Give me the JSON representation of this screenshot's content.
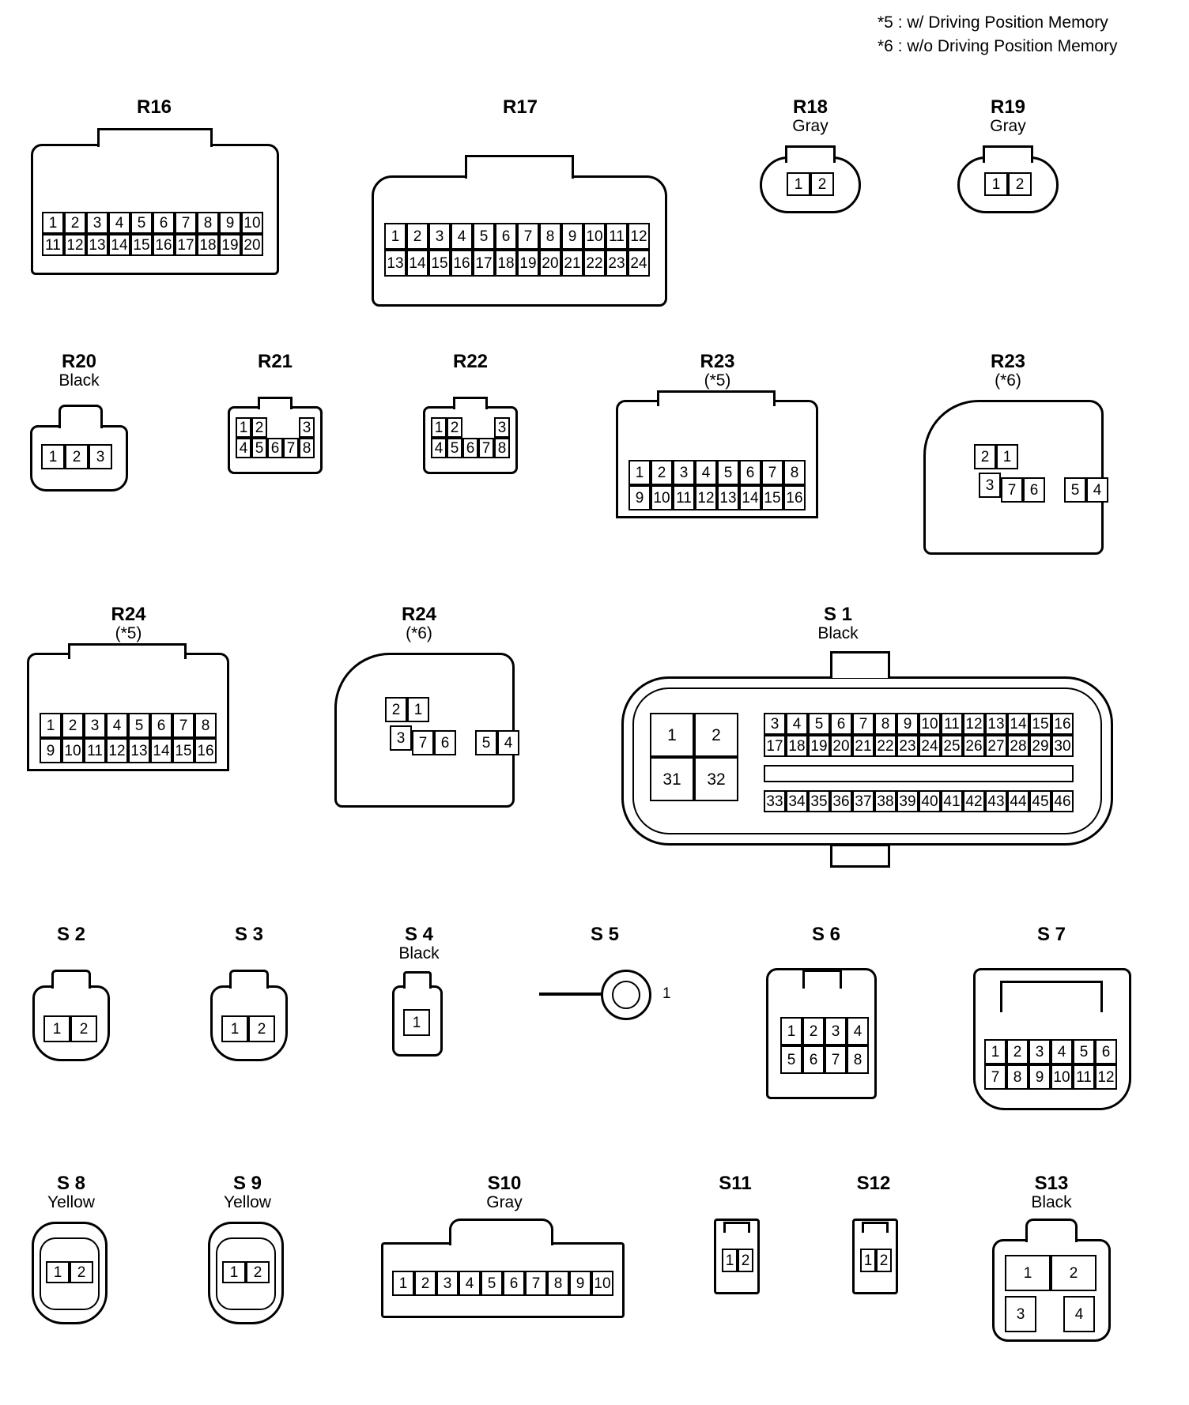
{
  "notes": [
    {
      "key": "*5",
      "sep": " : ",
      "text": "w/ Driving Position Memory"
    },
    {
      "key": "*6",
      "sep": " : ",
      "text": "w/o Driving Position Memory"
    }
  ],
  "connectors": {
    "R16": {
      "code": "R16",
      "color": "",
      "variant": "",
      "rows": [
        [
          "1",
          "2",
          "3",
          "4",
          "5",
          "6",
          "7",
          "8",
          "9",
          "10"
        ],
        [
          "11",
          "12",
          "13",
          "14",
          "15",
          "16",
          "17",
          "18",
          "19",
          "20"
        ]
      ]
    },
    "R17": {
      "code": "R17",
      "color": "",
      "variant": "",
      "rows": [
        [
          "1",
          "2",
          "3",
          "4",
          "5",
          "6",
          "7",
          "8",
          "9",
          "10",
          "11",
          "12"
        ],
        [
          "13",
          "14",
          "15",
          "16",
          "17",
          "18",
          "19",
          "20",
          "21",
          "22",
          "23",
          "24"
        ]
      ]
    },
    "R18": {
      "code": "R18",
      "color": "Gray",
      "variant": "",
      "rows": [
        [
          "1",
          "2"
        ]
      ]
    },
    "R19": {
      "code": "R19",
      "color": "Gray",
      "variant": "",
      "rows": [
        [
          "1",
          "2"
        ]
      ]
    },
    "R20": {
      "code": "R20",
      "color": "Black",
      "variant": "",
      "rows": [
        [
          "1",
          "2",
          "3"
        ]
      ]
    },
    "R21": {
      "code": "R21",
      "color": "",
      "variant": "",
      "rows": [
        [
          "1",
          "2",
          "3"
        ],
        [
          "4",
          "5",
          "6",
          "7",
          "8"
        ]
      ]
    },
    "R22": {
      "code": "R22",
      "color": "",
      "variant": "",
      "rows": [
        [
          "1",
          "2",
          "3"
        ],
        [
          "4",
          "5",
          "6",
          "7",
          "8"
        ]
      ]
    },
    "R23a": {
      "code": "R23",
      "color": "",
      "variant": "(*5)",
      "rows": [
        [
          "1",
          "2",
          "3",
          "4",
          "5",
          "6",
          "7",
          "8"
        ],
        [
          "9",
          "10",
          "11",
          "12",
          "13",
          "14",
          "15",
          "16"
        ]
      ]
    },
    "R23b": {
      "code": "R23",
      "color": "",
      "variant": "(*6)",
      "pins": [
        "2",
        "1",
        "3",
        "7",
        "6",
        "5",
        "4"
      ]
    },
    "R24a": {
      "code": "R24",
      "color": "",
      "variant": "(*5)",
      "rows": [
        [
          "1",
          "2",
          "3",
          "4",
          "5",
          "6",
          "7",
          "8"
        ],
        [
          "9",
          "10",
          "11",
          "12",
          "13",
          "14",
          "15",
          "16"
        ]
      ]
    },
    "R24b": {
      "code": "R24",
      "color": "",
      "variant": "(*6)",
      "pins": [
        "2",
        "1",
        "3",
        "7",
        "6",
        "5",
        "4"
      ]
    },
    "S1": {
      "code": "S 1",
      "color": "Black",
      "variant": "",
      "big": [
        "1",
        "2",
        "31",
        "32"
      ],
      "rows": [
        [
          "3",
          "4",
          "5",
          "6",
          "7",
          "8",
          "9",
          "10",
          "11",
          "12",
          "13",
          "14",
          "15",
          "16"
        ],
        [
          "17",
          "18",
          "19",
          "20",
          "21",
          "22",
          "23",
          "24",
          "25",
          "26",
          "27",
          "28",
          "29",
          "30"
        ],
        [
          "33",
          "34",
          "35",
          "36",
          "37",
          "38",
          "39",
          "40",
          "41",
          "42",
          "43",
          "44",
          "45",
          "46"
        ]
      ]
    },
    "S2": {
      "code": "S 2",
      "color": "",
      "variant": "",
      "rows": [
        [
          "1",
          "2"
        ]
      ]
    },
    "S3": {
      "code": "S 3",
      "color": "",
      "variant": "",
      "rows": [
        [
          "1",
          "2"
        ]
      ]
    },
    "S4": {
      "code": "S 4",
      "color": "Black",
      "variant": "",
      "rows": [
        [
          "1"
        ]
      ]
    },
    "S5": {
      "code": "S 5",
      "color": "",
      "variant": "",
      "terminal": "1"
    },
    "S6": {
      "code": "S 6",
      "color": "",
      "variant": "",
      "rows": [
        [
          "1",
          "2",
          "3",
          "4"
        ],
        [
          "5",
          "6",
          "7",
          "8"
        ]
      ]
    },
    "S7": {
      "code": "S 7",
      "color": "",
      "variant": "",
      "rows": [
        [
          "1",
          "2",
          "3",
          "4",
          "5",
          "6"
        ],
        [
          "7",
          "8",
          "9",
          "10",
          "11",
          "12"
        ]
      ]
    },
    "S8": {
      "code": "S 8",
      "color": "Yellow",
      "variant": "",
      "rows": [
        [
          "1",
          "2"
        ]
      ]
    },
    "S9": {
      "code": "S 9",
      "color": "Yellow",
      "variant": "",
      "rows": [
        [
          "1",
          "2"
        ]
      ]
    },
    "S10": {
      "code": "S10",
      "color": "Gray",
      "variant": "",
      "rows": [
        [
          "1",
          "2",
          "3",
          "4",
          "5",
          "6",
          "7",
          "8",
          "9",
          "10"
        ]
      ]
    },
    "S11": {
      "code": "S11",
      "color": "",
      "variant": "",
      "rows": [
        [
          "1",
          "2"
        ]
      ]
    },
    "S12": {
      "code": "S12",
      "color": "",
      "variant": "",
      "rows": [
        [
          "1",
          "2"
        ]
      ]
    },
    "S13": {
      "code": "S13",
      "color": "Black",
      "variant": "",
      "pins": [
        "1",
        "2",
        "3",
        "4"
      ]
    }
  }
}
